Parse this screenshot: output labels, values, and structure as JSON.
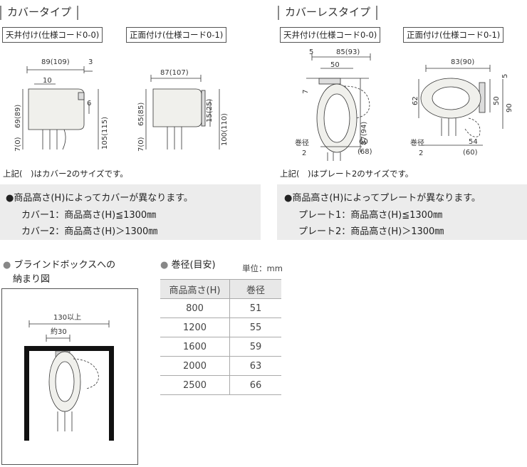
{
  "left": {
    "title": "カバータイプ",
    "tag1": "天井付け(仕様コード0-0)",
    "tag2": "正面付け(仕様コード0-1)",
    "d1": {
      "w": "89(109)",
      "a": "3",
      "b": "10",
      "c": "6",
      "h1": "69(89)",
      "h2": "105(115)",
      "h3": "7(0)"
    },
    "d2": {
      "w": "87(107)",
      "h1": "65(85)",
      "h2": "15(25)",
      "h3": "100(110)",
      "h4": "7(0)"
    },
    "caption": "上記(　)はカバー2のサイズです。",
    "box": {
      "l1": "●商品高さ(H)によってカバーが異なります。",
      "l2": "カバー1：商品高さ(H)≦1300㎜",
      "l3": "カバー2：商品高さ(H)＞1300㎜"
    }
  },
  "right": {
    "title": "カバーレスタイプ",
    "tag1": "天井付け(仕様コード0-0)",
    "tag2": "正面付け(仕様コード0-1)",
    "d3": {
      "w": "85(93)",
      "a": "5",
      "b": "50",
      "c": "7",
      "h": "87(94)",
      "w2": "60",
      "w3": "(68)",
      "coil": "巻径",
      "two": "2"
    },
    "d4": {
      "w": "83(90)",
      "a": "5",
      "b": "62",
      "c": "50",
      "d": "90",
      "w2": "54",
      "w3": "(60)",
      "coil": "巻径",
      "two": "2"
    },
    "caption": "上記(　)はプレート2のサイズです。",
    "box": {
      "l1": "●商品高さ(H)によってプレートが異なります。",
      "l2": "プレート1：商品高さ(H)≦1300㎜",
      "l3": "プレート2：商品高さ(H)＞1300㎜"
    }
  },
  "blind": {
    "title1": "ブラインドボックスへの",
    "title2": "納まり図",
    "w1": "130以上",
    "w2": "約30"
  },
  "roll": {
    "title": "巻径(目安)",
    "unit": "単位：mm",
    "headers": [
      "商品高さ(H)",
      "巻径"
    ],
    "rows": [
      [
        "800",
        "51"
      ],
      [
        "1200",
        "55"
      ],
      [
        "1600",
        "59"
      ],
      [
        "2000",
        "63"
      ],
      [
        "2500",
        "66"
      ]
    ]
  },
  "colors": {
    "gray_box": "#ececec",
    "device_fill": "#f0f0ec",
    "line": "#333333"
  }
}
